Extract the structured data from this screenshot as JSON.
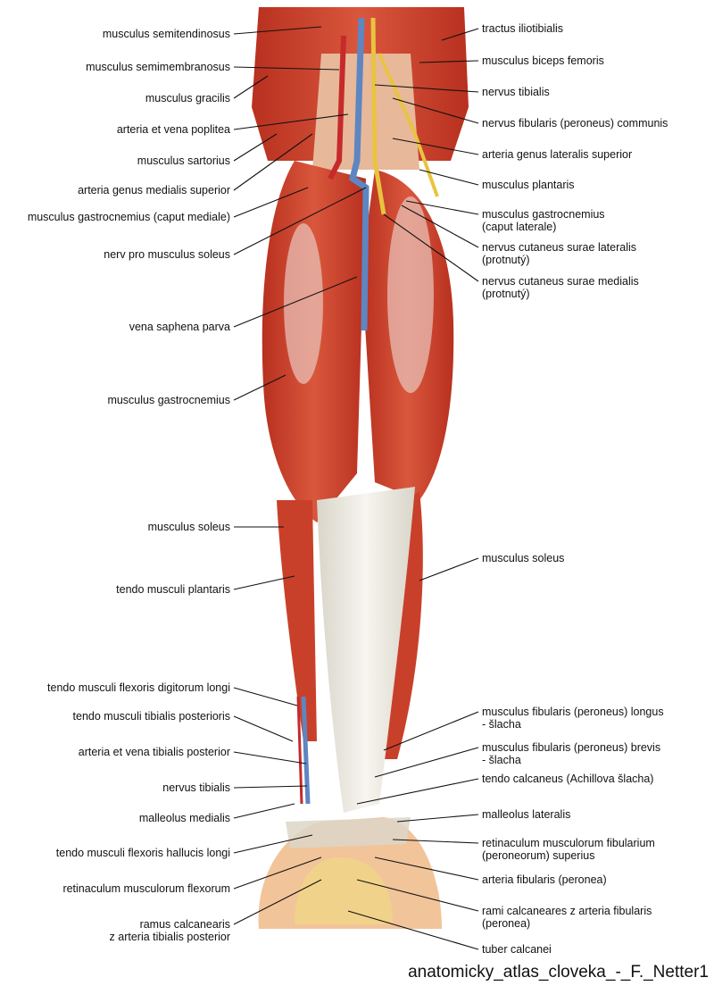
{
  "labels_left": [
    {
      "id": "semitendinosus",
      "text": "musculus semitendinosus"
    },
    {
      "id": "semimembranosus",
      "text": "musculus semimembranosus"
    },
    {
      "id": "gracilis",
      "text": "musculus gracilis"
    },
    {
      "id": "poplitea",
      "text": "arteria et vena poplitea"
    },
    {
      "id": "sartorius",
      "text": "musculus sartorius"
    },
    {
      "id": "genus-medialis",
      "text": "arteria genus medialis superior"
    },
    {
      "id": "gastro-mediale",
      "text": "musculus gastrocnemius (caput mediale)"
    },
    {
      "id": "nerv-soleus",
      "text": "nerv pro musculus soleus"
    },
    {
      "id": "saphena",
      "text": "vena saphena parva"
    },
    {
      "id": "gastrocnemius",
      "text": "musculus gastrocnemius"
    },
    {
      "id": "soleus-left",
      "text": "musculus soleus"
    },
    {
      "id": "tendo-plantaris",
      "text": "tendo musculi plantaris"
    },
    {
      "id": "flexor-dig",
      "text": "tendo musculi flexoris digitorum longi"
    },
    {
      "id": "tib-post",
      "text": "tendo musculi tibialis posterioris"
    },
    {
      "id": "art-tib-post",
      "text": "arteria et vena tibialis posterior"
    },
    {
      "id": "nervus-tib-left",
      "text": "nervus tibialis"
    },
    {
      "id": "malleolus-med",
      "text": "malleolus medialis"
    },
    {
      "id": "flexor-hall",
      "text": "tendo musculi flexoris hallucis longi"
    },
    {
      "id": "retin-flex",
      "text": "retinaculum musculorum flexorum"
    },
    {
      "id": "ramus-calc",
      "text": "ramus calcanearis",
      "text2": "z arteria tibialis posterior"
    }
  ],
  "labels_right": [
    {
      "id": "iliotibialis",
      "text": "tractus iliotibialis"
    },
    {
      "id": "biceps",
      "text": "musculus biceps femoris"
    },
    {
      "id": "nervus-tib-right",
      "text": "nervus tibialis"
    },
    {
      "id": "fibularis-comm",
      "text": "nervus fibularis (peroneus) communis"
    },
    {
      "id": "genus-lateralis",
      "text": "arteria genus lateralis superior"
    },
    {
      "id": "plantaris",
      "text": "musculus plantaris"
    },
    {
      "id": "gastro-laterale",
      "text": "musculus gastrocnemius",
      "text2": "(caput laterale)"
    },
    {
      "id": "cut-lat",
      "text": "nervus cutaneus surae lateralis",
      "text2": "(protnutý)"
    },
    {
      "id": "cut-med",
      "text": "nervus cutaneus surae medialis",
      "text2": "(protnutý)"
    },
    {
      "id": "soleus-right",
      "text": "musculus soleus"
    },
    {
      "id": "fib-longus",
      "text": "musculus fibularis (peroneus) longus",
      "text2": "- šlacha"
    },
    {
      "id": "fib-brevis",
      "text": "musculus fibularis (peroneus) brevis",
      "text2": "- šlacha"
    },
    {
      "id": "achilles",
      "text": "tendo calcaneus (Achillova šlacha)"
    },
    {
      "id": "malleolus-lat",
      "text": "malleolus lateralis"
    },
    {
      "id": "retin-fib",
      "text": "retinaculum musculorum fibularium",
      "text2": "(peroneorum) superius"
    },
    {
      "id": "art-fib",
      "text": "arteria fibularis (peronea)"
    },
    {
      "id": "rami-calc",
      "text": "rami calcaneares z arteria fibularis",
      "text2": "(peronea)"
    },
    {
      "id": "tuber",
      "text": "tuber calcanei"
    }
  ],
  "credit": "anatomicky_atlas_cloveka_-_F._Netter1",
  "colors": {
    "muscle": "#c9402a",
    "muscle_light": "#e2745a",
    "tendon": "#eeeae2",
    "vein": "#5d86c2",
    "artery": "#c62a2a",
    "nerve": "#e8c440",
    "bone": "#f1d28a",
    "skin": "#f2c49a"
  }
}
